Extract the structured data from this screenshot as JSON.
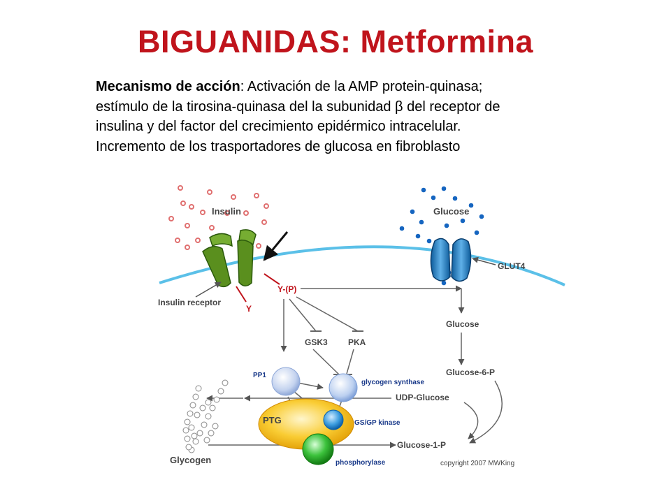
{
  "slide": {
    "title": "BIGUANIDAS: Metformina",
    "description": {
      "lead": "Mecanismo de acción",
      "line1_rest": ": Activación de la AMP protein-quinasa;",
      "line2": "estímulo de la tirosina-quinasa del la subunidad β del receptor de",
      "line3": "insulina y del factor del crecimiento epidérmico intracelular.",
      "line4": "Incremento de los trasportadores de glucosa en fibroblasto"
    }
  },
  "diagram": {
    "labels": {
      "insulin": "Insulin",
      "glucose_top": "Glucose",
      "glut4": "GLUT4",
      "insulin_receptor": "Insulin receptor",
      "y_p": "Y-(P)",
      "y": "Y",
      "glucose_mid": "Glucose",
      "gsk3": "GSK3",
      "pka": "PKA",
      "pp1": "PP1",
      "glycogen_synthase": "glycogen synthase",
      "glucose_6_p": "Glucose-6-P",
      "udp_glucose": "UDP-Glucose",
      "ptg": "PTG",
      "gs_gp_kinase": "GS/GP kinase",
      "glucose_1_p": "Glucose-1-P",
      "glycogen": "Glycogen",
      "phosphorylase": "phosphorylase",
      "copyright": "copyright 2007 MWKing"
    },
    "colors": {
      "title": "#c0141c",
      "membrane": "#5bc0e8",
      "insulin_receptor": "#5a8f1e",
      "glut4": "#1f78b4",
      "insulin_dots": "#e07070",
      "glucose_dots": "#1565c0",
      "ptg": "#f5b400",
      "phosphorylase": "#2aa02a",
      "phospho_label": "#c0141c",
      "enzyme_label": "#1a3a8a"
    }
  }
}
